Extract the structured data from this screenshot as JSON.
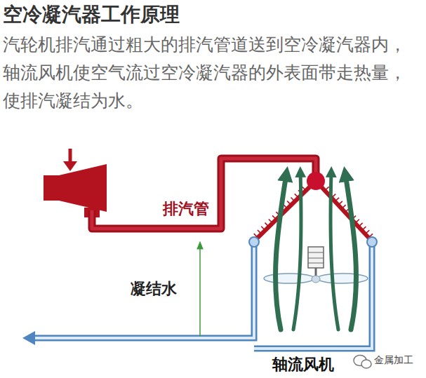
{
  "diagram": {
    "title": "空冷凝汽器工作原理",
    "caption": "汽轮机排汽通过粗大的排汽管道送到空冷凝汽器内，轴流风机使空气流过空冷凝汽器的外表面带走热量，使排汽凝结为水。",
    "labels": [
      "排汽管",
      "凝结水",
      "轴流风机",
      "金属加工"
    ]
  }
}
